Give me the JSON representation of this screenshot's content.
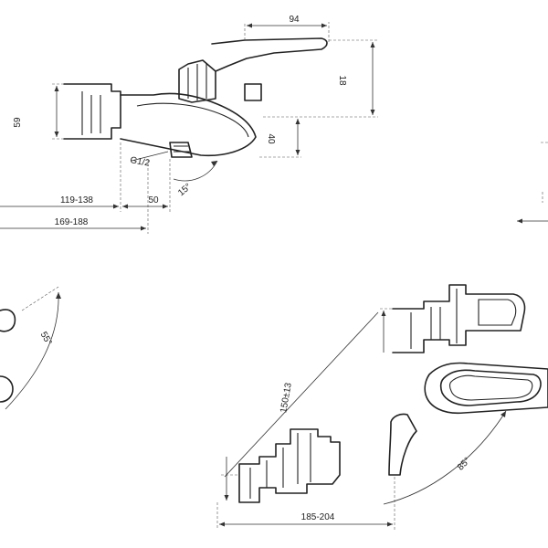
{
  "dimensions": {
    "top_width": "94",
    "height_18": "18",
    "height_40": "40",
    "left_height": "59",
    "thread": "G1/2",
    "angle_top": "15°",
    "offset_small": "50",
    "reach_inner": "119-138",
    "reach_outer": "169-188",
    "side_angle": "55°",
    "side_height": "150±13",
    "base_angle": "85°",
    "base_width": "185-204"
  },
  "colors": {
    "line": "#222222",
    "background": "#ffffff"
  }
}
